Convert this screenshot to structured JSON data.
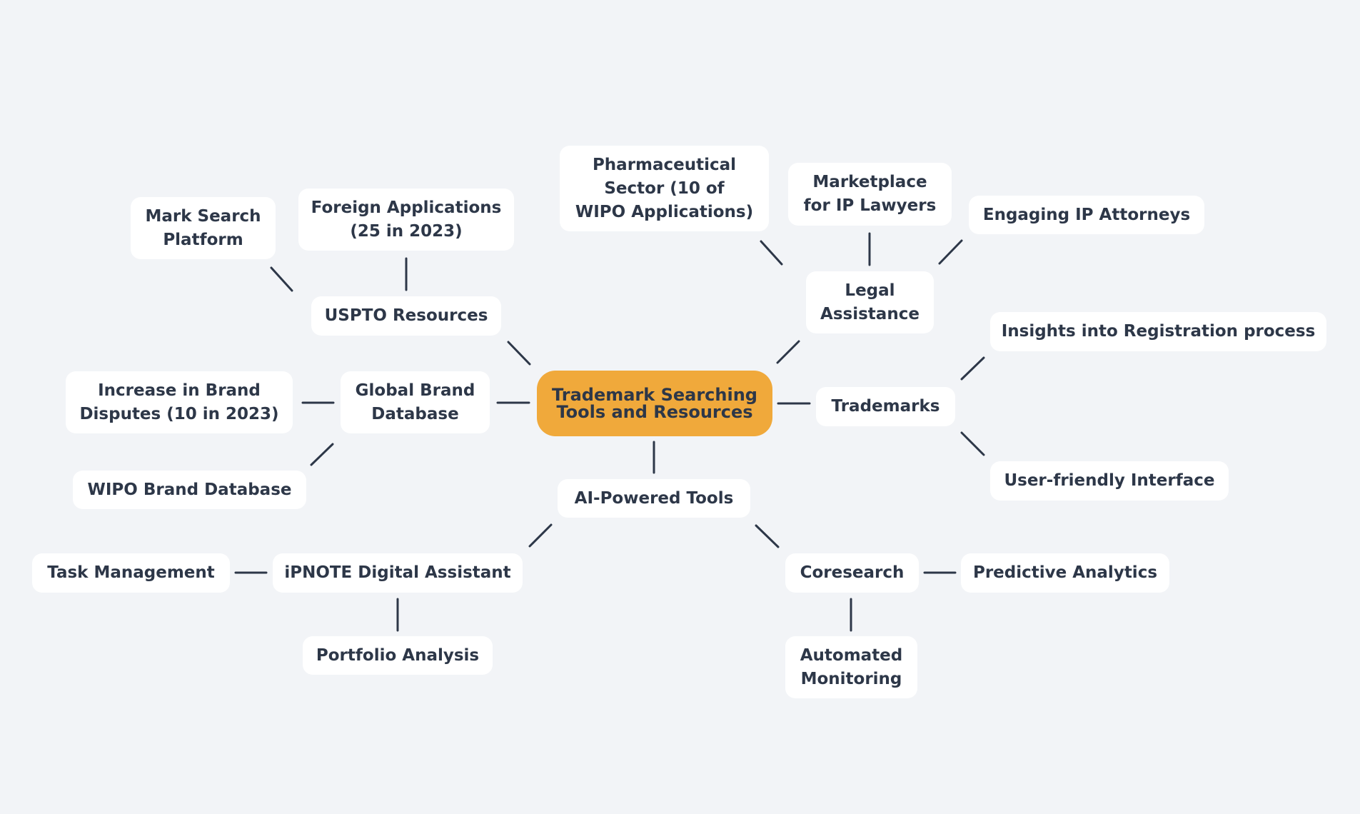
{
  "colors": {
    "background": "#f2f4f7",
    "root_fill": "#f0a93b",
    "node_fill": "#ffffff",
    "text": "#2d3748",
    "link": "#2d3748"
  },
  "root": {
    "label": "Trademark Searching\nTools and Resources"
  },
  "branches": {
    "uspto": {
      "label": "USPTO Resources",
      "children": {
        "mark_search": "Mark Search\nPlatform",
        "foreign_apps": "Foreign Applications\n(25 in 2023)"
      }
    },
    "legal": {
      "label": "Legal\nAssistance",
      "children": {
        "pharma": "Pharmaceutical\nSector (10 of\nWIPO Applications)",
        "marketplace": "Marketplace\nfor IP Lawyers",
        "engaging": "Engaging IP Attorneys"
      }
    },
    "trademarks": {
      "label": "Trademarks",
      "children": {
        "insights": "Insights into Registration process",
        "user_friendly": "User-friendly Interface"
      }
    },
    "global_brand": {
      "label": "Global Brand\nDatabase",
      "children": {
        "disputes": "Increase in Brand\nDisputes (10 in 2023)",
        "wipo_db": "WIPO Brand Database"
      }
    },
    "ai_tools": {
      "label": "AI-Powered Tools",
      "children": {
        "ipnote": {
          "label": "iPNOTE Digital Assistant",
          "children": {
            "task": "Task Management",
            "portfolio": "Portfolio Analysis"
          }
        },
        "coresearch": {
          "label": "Coresearch",
          "children": {
            "predictive": "Predictive Analytics",
            "automated": "Automated\nMonitoring"
          }
        }
      }
    }
  }
}
